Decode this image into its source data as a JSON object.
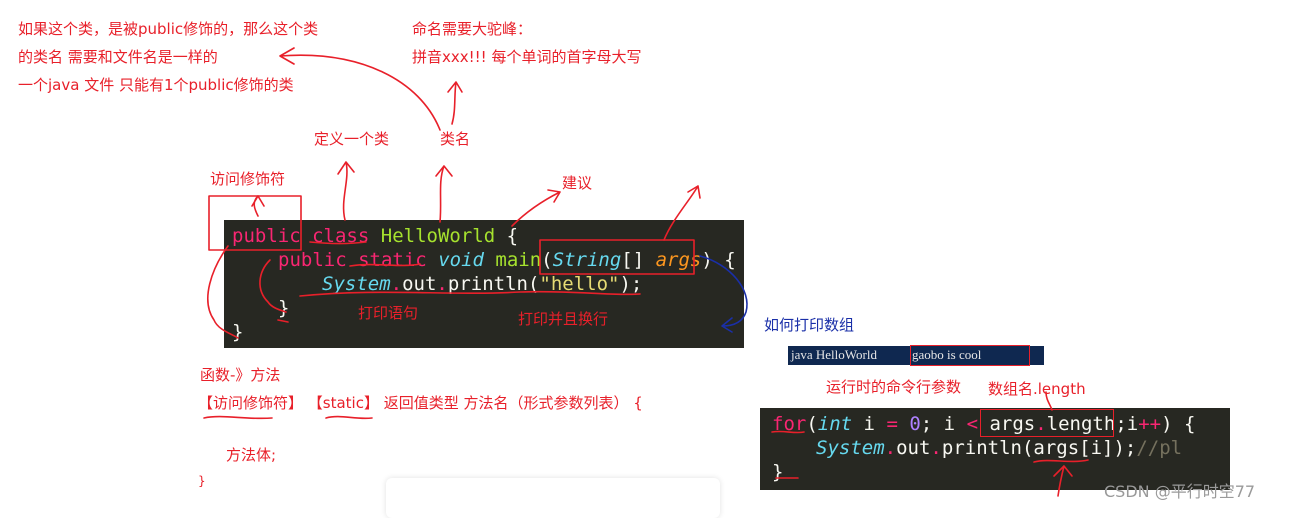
{
  "notes": {
    "class_rule_1": "如果这个类，是被public修饰的，那么这个类",
    "class_rule_2": "的类名  需要和文件名是一样的",
    "class_rule_3": "一个java 文件 只能有1个public修饰的类",
    "naming_1": "命名需要大驼峰：",
    "naming_2": "拼音xxx!!!    每个单词的首字母大写",
    "define_class": "定义一个类",
    "class_name": "类名",
    "access_modifier": "访问修饰符",
    "suggestion": "建议",
    "print_stmt": "打印语句",
    "print_newline": "打印并且换行",
    "how_print_array": "如何打印数组",
    "runtime_args": "运行时的命令行参数",
    "array_length": "数组名.length",
    "func_method": "函数-》方法",
    "method_sig": "【访问修饰符】 【static】 返回值类型  方法名（形式参数列表） {",
    "method_body": "方法体;",
    "close_brace": "}"
  },
  "code_main": {
    "l1_public": "public",
    "l1_class": "class",
    "l1_name": "HelloWorld",
    "l1_brace": " {",
    "l2_public": "public",
    "l2_static": "static",
    "l2_void": "void",
    "l2_main": "main",
    "l2_paren": "(",
    "l2_string": "String",
    "l2_arr": "[] ",
    "l2_args": "args",
    "l2_end": ") {",
    "l3_system": "System",
    "l3_dot1": ".",
    "l3_out": "out",
    "l3_dot2": ".",
    "l3_println": "println(",
    "l3_str": "\"hello\"",
    "l3_end": ");",
    "l4": "}",
    "l5": "}"
  },
  "terminal": {
    "command": "java HelloWorld ",
    "args": "gaobo is cool "
  },
  "code_loop": {
    "l1_for": "for",
    "l1_a": "(",
    "l1_int": "int",
    "l1_b": " i ",
    "l1_eq": "=",
    "l1_c": " ",
    "l1_zero": "0",
    "l1_d": "; i ",
    "l1_lt": "<",
    "l1_e": " args",
    "l1_dot": ".",
    "l1_len": "length",
    "l1_f": ";i",
    "l1_pp": "++",
    "l1_g": ") {",
    "l2_system": "System",
    "l2_dot1": ".",
    "l2_out": "out",
    "l2_dot2": ".",
    "l2_println": "println(args[i]);",
    "l2_comment": "//pl",
    "l3": "}"
  },
  "watermark": "CSDN @平行时空77",
  "colors": {
    "annotation": "#e8202a",
    "code_bg": "#272822",
    "terminal_bg": "#0f2850",
    "blue_ink": "#1a2fa8"
  }
}
